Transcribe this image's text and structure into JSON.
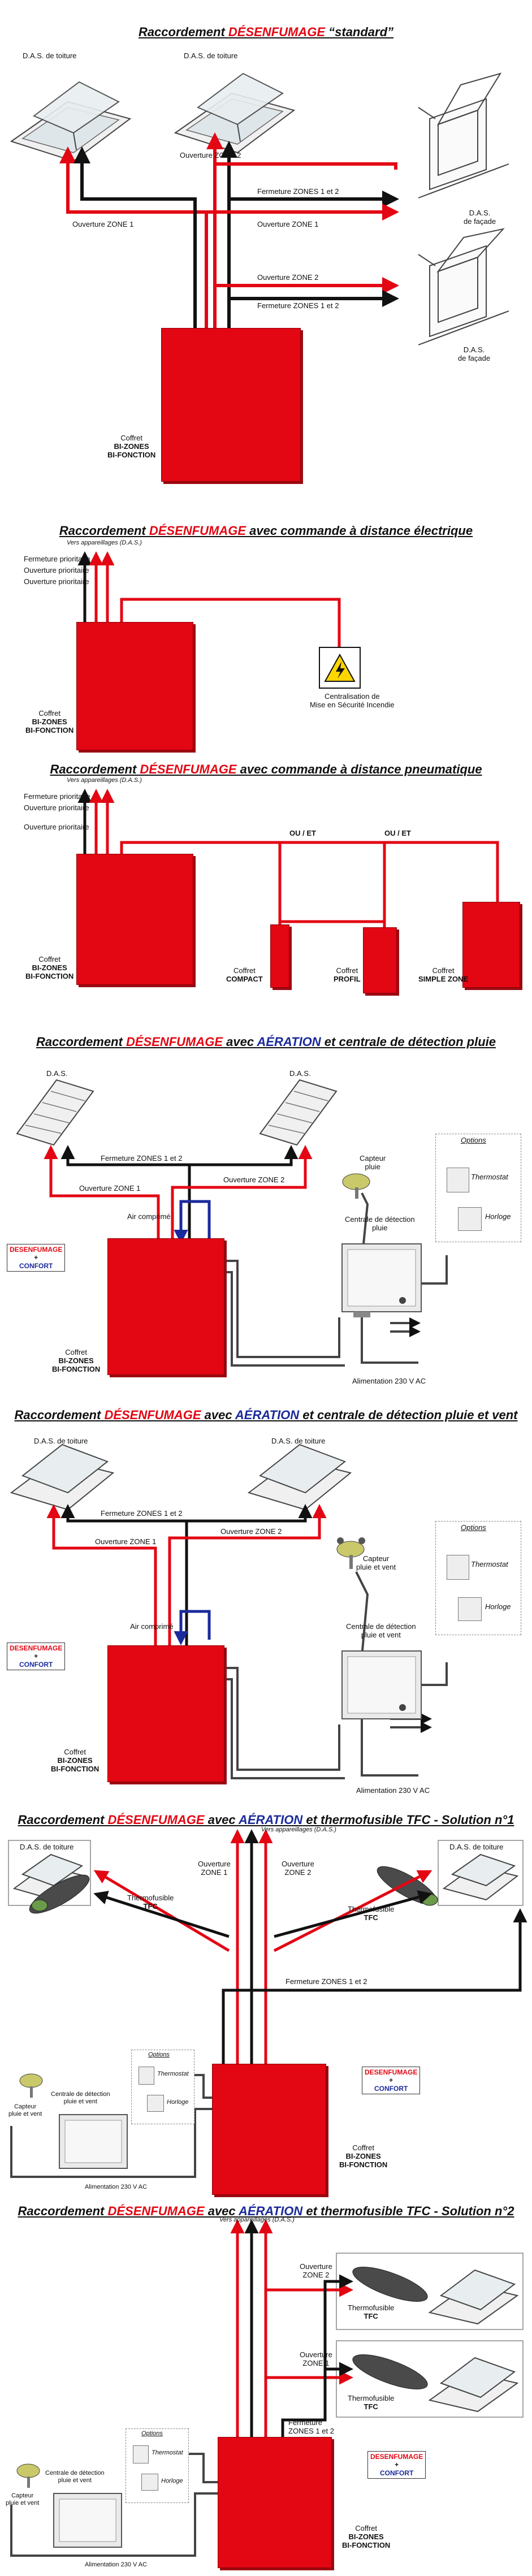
{
  "s1": {
    "title_pre": "Raccordement ",
    "title_red": "DÉSENFUMAGE",
    "title_post": " “standard”",
    "das_toit_1": "D.A.S. de toiture",
    "das_toit_2": "D.A.S. de toiture",
    "ouverture_zone2": "Ouverture ZONE 2",
    "fermeture_12_a": "Fermeture ZONES 1 et 2",
    "ouverture_zone1_a": "Ouverture ZONE 1",
    "ouverture_zone1_b": "Ouverture ZONE 1",
    "ouverture_zone2_b": "Ouverture ZONE 2",
    "fermeture_12_b": "Fermeture ZONES 1 et 2",
    "das_facade_1a": "D.A.S.",
    "das_facade_1b": "de façade",
    "das_facade_2a": "D.A.S.",
    "das_facade_2b": "de façade",
    "coffret_1": "Coffret",
    "coffret_2": "BI-ZONES",
    "coffret_3": "BI-FONCTION"
  },
  "s2": {
    "title_pre": "Raccordement ",
    "title_red": "DÉSENFUMAGE",
    "title_post": " avec commande à distance électrique",
    "vers": "Vers appareillages (D.A.S.)",
    "ferm_prio": "Fermeture prioritaire",
    "ouv_prio_1": "Ouverture prioritaire",
    "ouv_prio_2": "Ouverture prioritaire",
    "centr_1": "Centralisation de",
    "centr_2": "Mise en Sécurité Incendie",
    "coffret_1": "Coffret",
    "coffret_2": "BI-ZONES",
    "coffret_3": "BI-FONCTION"
  },
  "s3": {
    "title_pre": "Raccordement ",
    "title_red": "DÉSENFUMAGE",
    "title_post": " avec commande à distance pneumatique",
    "vers": "Vers appareillages (D.A.S.)",
    "ferm_prio": "Fermeture prioritaire",
    "ouv_prio_1": "Ouverture prioritaire",
    "ouv_prio_2": "Ouverture prioritaire",
    "ouet_1": "OU / ET",
    "ouet_2": "OU / ET",
    "coffret_1": "Coffret",
    "coffret_2": "BI-ZONES",
    "coffret_3": "BI-FONCTION",
    "compact_1": "Coffret",
    "compact_2": "COMPACT",
    "profil_1": "Coffret",
    "profil_2": "PROFIL",
    "simple_1": "Coffret",
    "simple_2": "SIMPLE ZONE"
  },
  "s4": {
    "title_pre": "Raccordement ",
    "title_red": "DÉSENFUMAGE",
    "title_mid": " avec ",
    "title_blue": "AÉRATION",
    "title_post": " et centrale de détection pluie",
    "das_1": "D.A.S.",
    "das_2": "D.A.S.",
    "fermeture_12": "Fermeture ZONES 1 et 2",
    "ouverture_zone1": "Ouverture ZONE 1",
    "ouverture_zone2": "Ouverture ZONE 2",
    "capteur_1": "Capteur",
    "capteur_2": "pluie",
    "options": "Options",
    "thermostat": "Thermostat",
    "horloge": "Horloge",
    "centrale_1": "Centrale de détection",
    "centrale_2": "pluie",
    "air": "Air comprimé",
    "alim": "Alimentation 230 V AC",
    "desenf": "DESENFUMAGE",
    "plus": "+",
    "confort": "CONFORT",
    "coffret_1": "Coffret",
    "coffret_2": "BI-ZONES",
    "coffret_3": "BI-FONCTION"
  },
  "s5": {
    "title_pre": "Raccordement ",
    "title_red": "DÉSENFUMAGE",
    "title_mid": " avec ",
    "title_blue": "AÉRATION",
    "title_post": " et centrale de détection pluie et vent",
    "das_1": "D.A.S. de toiture",
    "das_2": "D.A.S. de toiture",
    "fermeture_12": "Fermeture ZONES 1 et 2",
    "ouverture_zone1": "Ouverture ZONE 1",
    "ouverture_zone2": "Ouverture ZONE 2",
    "capteur_1": "Capteur",
    "capteur_2": "pluie et vent",
    "options": "Options",
    "thermostat": "Thermostat",
    "horloge": "Horloge",
    "centrale_1": "Centrale de détection",
    "centrale_2": "pluie et vent",
    "air": "Air comprimé",
    "alim": "Alimentation 230 V AC",
    "desenf": "DESENFUMAGE",
    "plus": "+",
    "confort": "CONFORT",
    "coffret_1": "Coffret",
    "coffret_2": "BI-ZONES",
    "coffret_3": "BI-FONCTION"
  },
  "s6": {
    "title_pre": "Raccordement ",
    "title_red": "DÉSENFUMAGE",
    "title_mid": " avec ",
    "title_blue": "AÉRATION",
    "title_post": " et thermofusible TFC - Solution n°1",
    "vers": "Vers appareillages (D.A.S.)",
    "das_1": "D.A.S. de toiture",
    "das_2": "D.A.S. de toiture",
    "ouv_zone1_a": "Ouverture",
    "ouv_zone1_b": "ZONE 1",
    "ouv_zone2_a": "Ouverture",
    "ouv_zone2_b": "ZONE 2",
    "thermo_1a": "Thermofusible",
    "thermo_1b": "TFC",
    "thermo_2a": "Thermofusible",
    "thermo_2b": "TFC",
    "fermeture_12": "Fermeture ZONES 1 et 2",
    "centrale_1": "Centrale de détection",
    "centrale_2": "pluie et vent",
    "capteur_1": "Capteur",
    "capteur_2": "pluie et vent",
    "options": "Options",
    "thermostat": "Thermostat",
    "horloge": "Horloge",
    "alim": "Alimentation 230 V AC",
    "desenf": "DESENFUMAGE",
    "plus": "+",
    "confort": "CONFORT",
    "coffret_1": "Coffret",
    "coffret_2": "BI-ZONES",
    "coffret_3": "BI-FONCTION"
  },
  "s7": {
    "title_pre": "Raccordement ",
    "title_red": "DÉSENFUMAGE",
    "title_mid": " avec ",
    "title_blue": "AÉRATION",
    "title_post": " et thermofusible TFC - Solution n°2",
    "vers": "Vers appareillages (D.A.S.)",
    "ouv_zone2_a": "Ouverture",
    "ouv_zone2_b": "ZONE 2",
    "ouv_zone1_a": "Ouverture",
    "ouv_zone1_b": "ZONE 1",
    "thermo_1a": "Thermofusible",
    "thermo_1b": "TFC",
    "thermo_2a": "Thermofusible",
    "thermo_2b": "TFC",
    "fermeture_12_a": "Fermeture",
    "fermeture_12_b": "ZONES 1 et 2",
    "centrale_1": "Centrale de détection",
    "centrale_2": "pluie et vent",
    "capteur_1": "Capteur",
    "capteur_2": "pluie et vent",
    "options": "Options",
    "thermostat": "Thermostat",
    "horloge": "Horloge",
    "alim": "Alimentation 230 V AC",
    "desenf": "DESENFUMAGE",
    "plus": "+",
    "confort": "CONFORT",
    "coffret_1": "Coffret",
    "coffret_2": "BI-ZONES",
    "coffret_3": "BI-FONCTION"
  },
  "colors": {
    "red": "#e30613",
    "blue": "#1a2a9c",
    "black": "#111111"
  }
}
